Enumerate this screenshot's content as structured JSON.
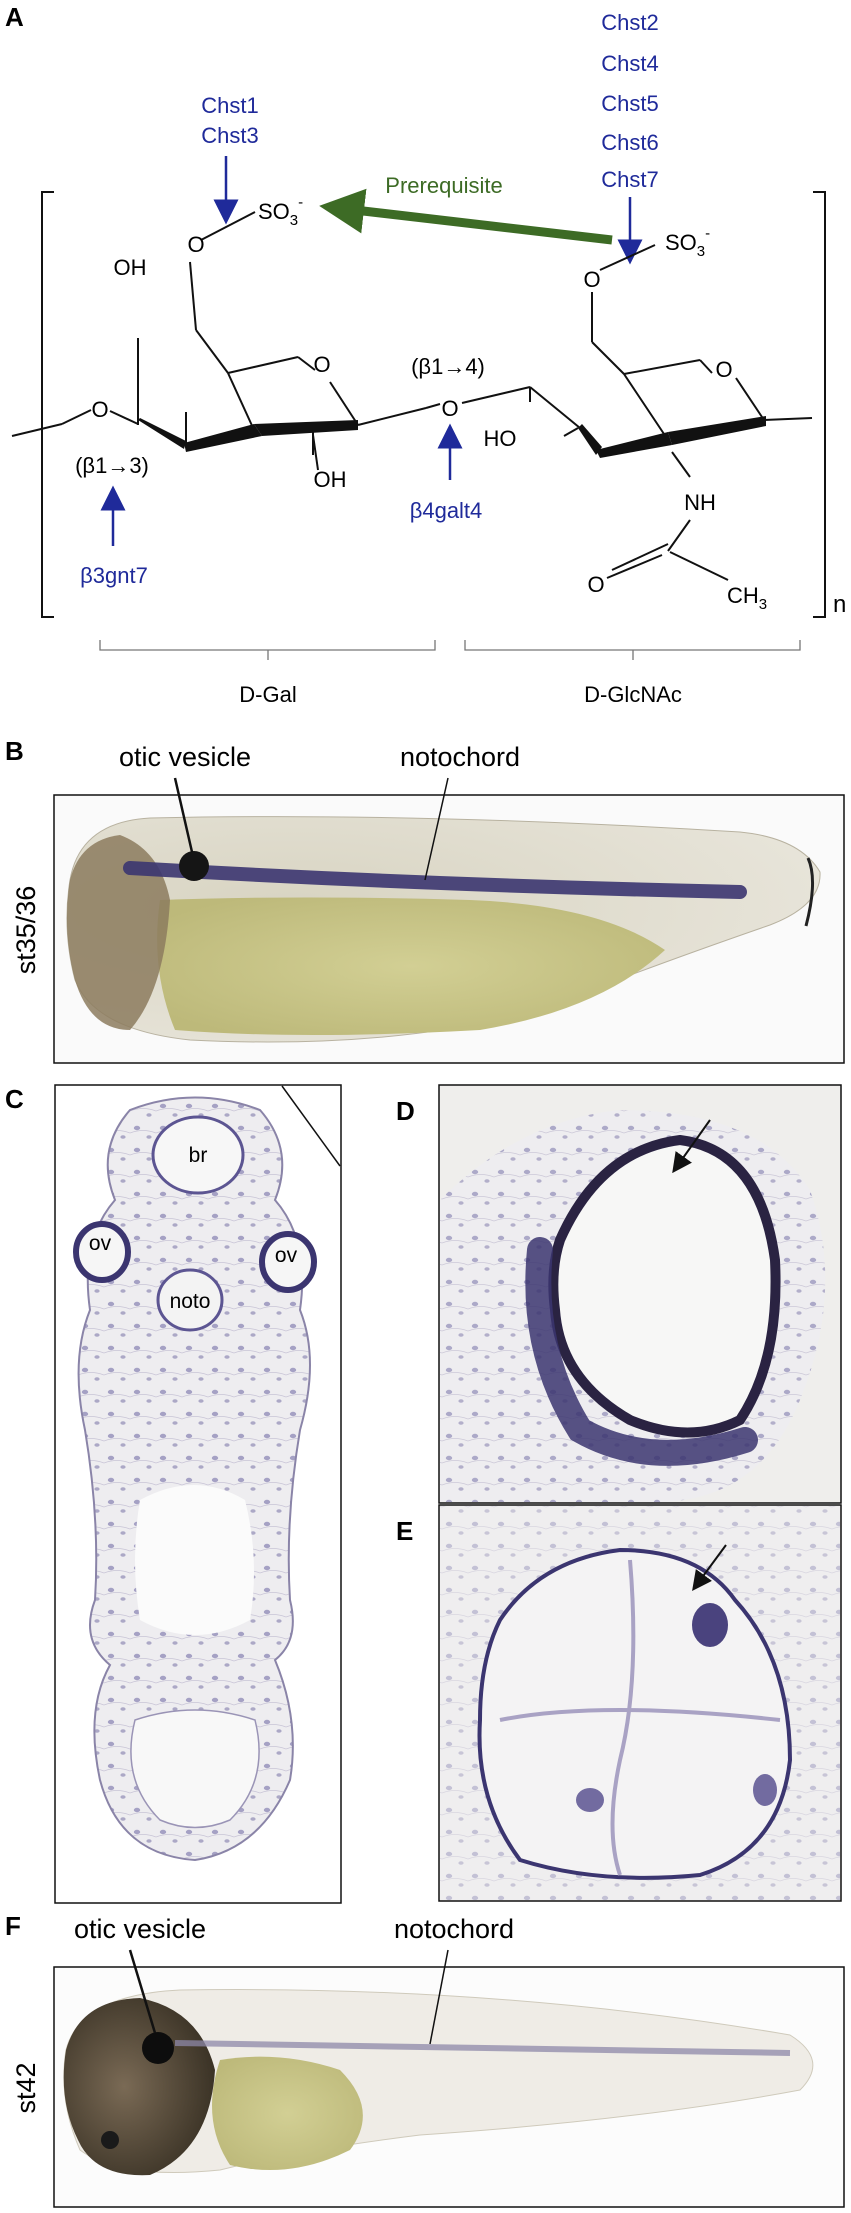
{
  "panel_a": {
    "letter": "A",
    "enzymes_chst13": [
      "Chst1",
      "Chst3"
    ],
    "enzymes_chst2_7": [
      "Chst2",
      "Chst4",
      "Chst5",
      "Chst6",
      "Chst7"
    ],
    "prerequisite": "Prerequisite",
    "so3": "SO",
    "so3_sub": "3",
    "so3_sup": "-",
    "oh": "OH",
    "ho": "HO",
    "o": "O",
    "nh": "NH",
    "ch3": "CH",
    "ch3_sub": "3",
    "repeat_n": "n",
    "link_beta14": "(β1→4)",
    "link_beta13": "(β1→3)",
    "enzyme_b3gnt7": "β3gnt7",
    "enzyme_b4galt4": "β4galt4",
    "sugar_gal": "D-Gal",
    "sugar_glcnac": "D-GlcNAc"
  },
  "panel_b": {
    "letter": "B",
    "otic": "otic vesicle",
    "notochord": "notochord",
    "stage": "st35/36"
  },
  "panel_c": {
    "letter": "C",
    "br": "br",
    "ov": "ov",
    "noto": "noto"
  },
  "panel_d": {
    "letter": "D"
  },
  "panel_e": {
    "letter": "E"
  },
  "panel_f": {
    "letter": "F",
    "otic": "otic vesicle",
    "notochord": "notochord",
    "stage": "st42"
  },
  "colors": {
    "enzyme_blue": "#1f2a9a",
    "prerequisite_green": "#3d6b25",
    "stain_purple": "#3b3570",
    "yolk": "#c9c58a",
    "tissue_bg": "#f2f1ee"
  }
}
